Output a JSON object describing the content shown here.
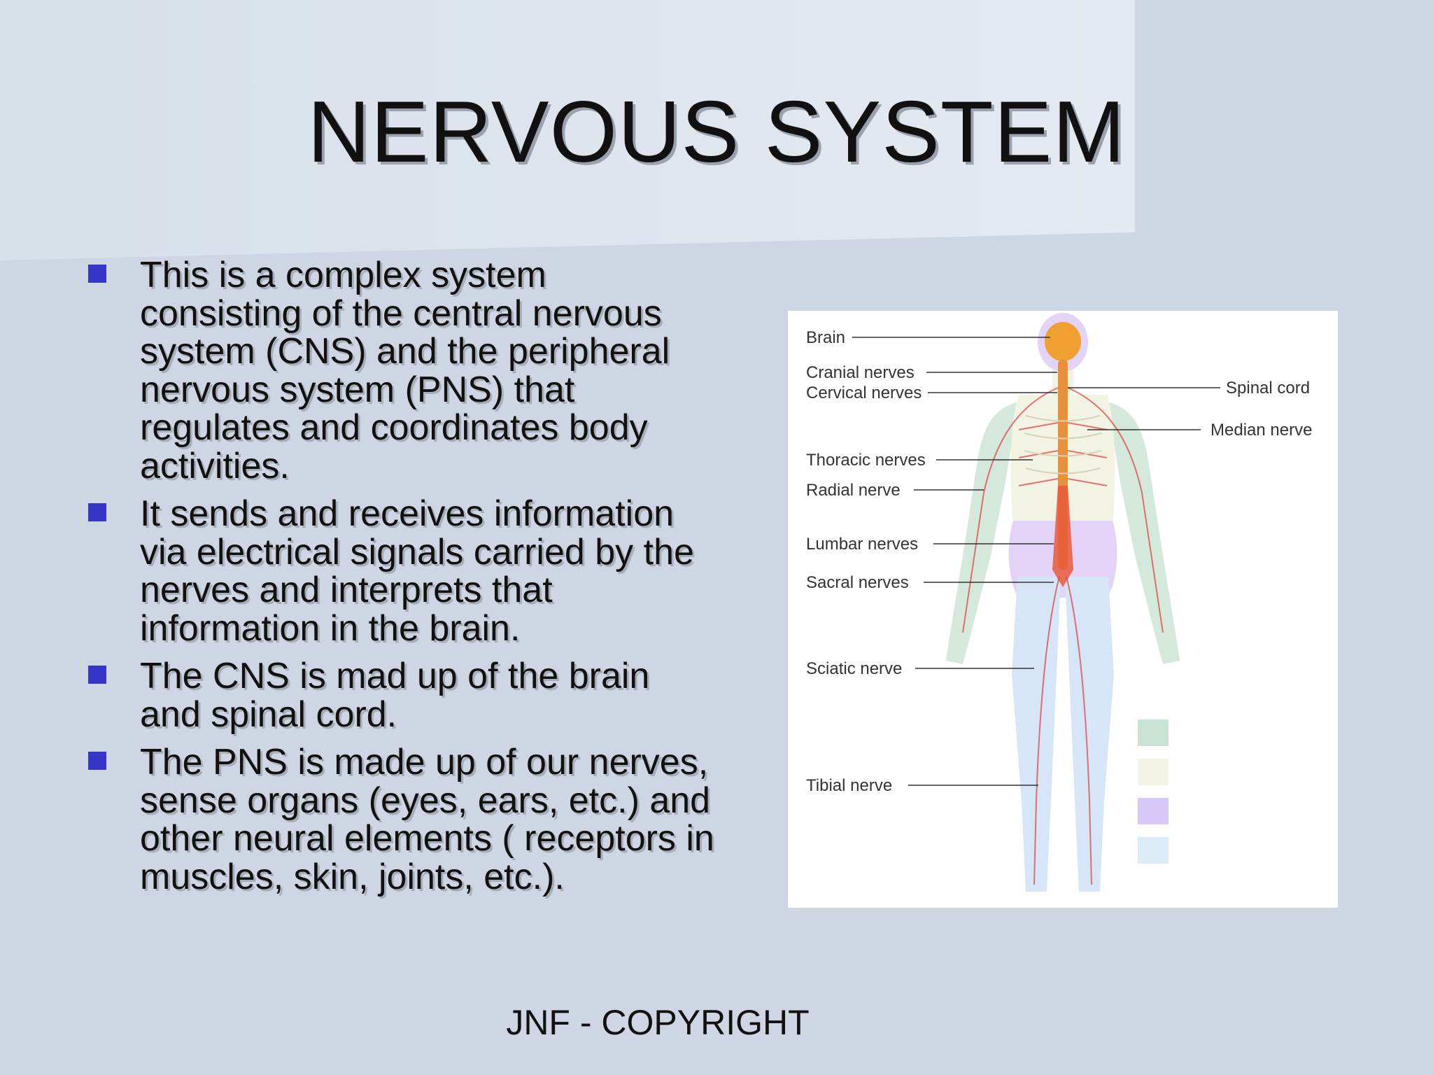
{
  "slide": {
    "title": "NERVOUS SYSTEM",
    "bullets": [
      "This is a complex system consisting of the central nervous system (CNS) and the peripheral nervous system (PNS) that regulates and coordinates body activities.",
      "It sends and receives information via electrical signals carried by the nerves and interprets that information in the brain.",
      "The CNS is mad up of the brain and spinal cord.",
      "The PNS is made up of our nerves, sense organs (eyes, ears, etc.) and other neural elements ( receptors in muscles, skin, joints, etc.)."
    ],
    "footer": "JNF - COPYRIGHT"
  },
  "figure": {
    "labels_left": [
      "Brain",
      "Cranial nerves",
      "Cervical nerves",
      "Thoracic nerves",
      "Radial nerve",
      "Lumbar nerves",
      "Sacral nerves",
      "Sciatic nerve",
      "Tibial nerve"
    ],
    "labels_right": [
      "Spinal cord",
      "Median nerve"
    ],
    "legend_colors": [
      "#c9e4d3",
      "#f4f4e6",
      "#d9c9f7",
      "#dcecf7"
    ]
  },
  "colors": {
    "background": "#cdd6e2",
    "bullet_marker": "#3636c8",
    "brain": "#f0a030",
    "spinal_cord": "#e85a3a"
  }
}
